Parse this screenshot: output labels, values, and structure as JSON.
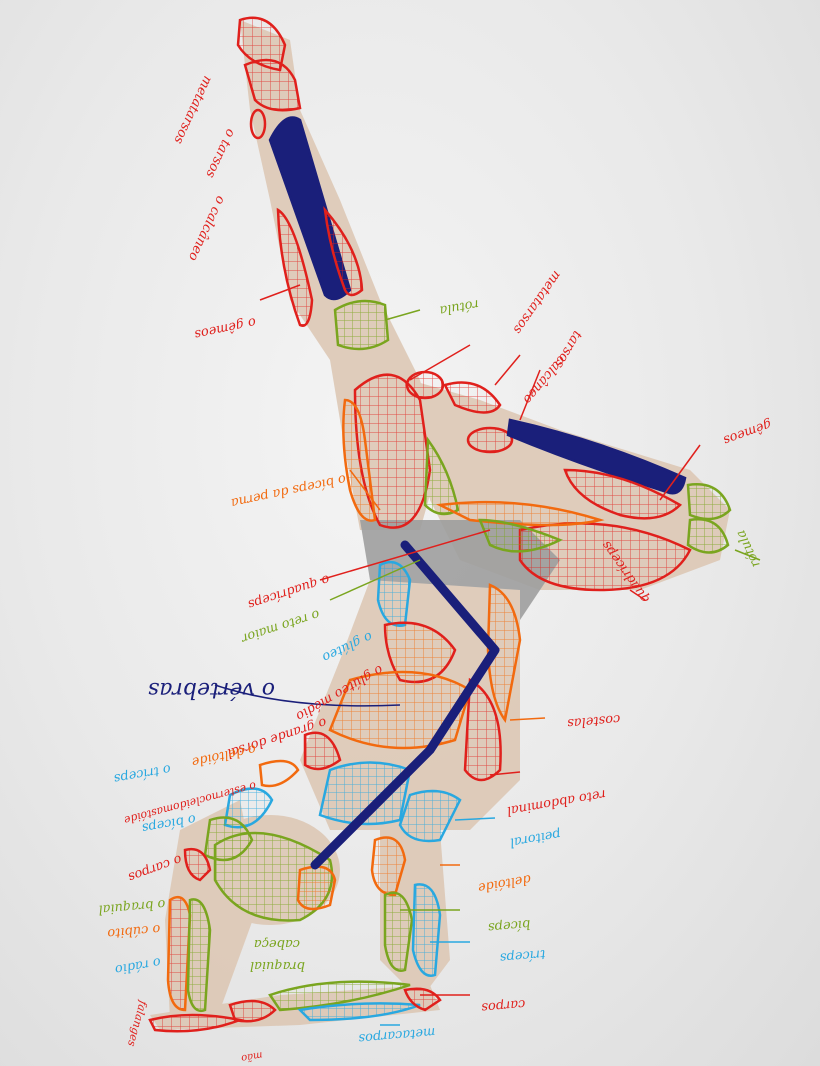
{
  "image": {
    "subject": "handstand-figure-photo",
    "colors": {
      "background": "#e6e6e6",
      "skin": "#d9c2ad",
      "shorts": "#8f8f8f",
      "red": "#e0201c",
      "orange": "#f26a0f",
      "green": "#7aa51f",
      "blue": "#29a8e0",
      "navy": "#1a1f7a"
    }
  },
  "labels": [
    {
      "id": "l1",
      "text": "metatarsos",
      "color": "#e0201c"
    },
    {
      "id": "l2",
      "text": "o tarsos",
      "color": "#e0201c"
    },
    {
      "id": "l3",
      "text": "o calcâneo",
      "color": "#e0201c"
    },
    {
      "id": "l4",
      "text": "o gêmeos",
      "color": "#e0201c"
    },
    {
      "id": "l5",
      "text": "rótula",
      "color": "#7aa51f"
    },
    {
      "id": "l6",
      "text": "metatarsos",
      "color": "#e0201c"
    },
    {
      "id": "l7",
      "text": "tarsos",
      "color": "#e0201c"
    },
    {
      "id": "l8",
      "text": "calcâneo",
      "color": "#e0201c"
    },
    {
      "id": "l9",
      "text": "gêmeos",
      "color": "#e0201c"
    },
    {
      "id": "l10",
      "text": "o bíceps da perna",
      "color": "#f26a0f"
    },
    {
      "id": "l11",
      "text": "o quadríceps",
      "color": "#e0201c"
    },
    {
      "id": "l12",
      "text": "o reto maior",
      "color": "#7aa51f"
    },
    {
      "id": "l13",
      "text": "o glúteo",
      "color": "#29a8e0"
    },
    {
      "id": "l14",
      "text": "o glúteo médio",
      "color": "#e0201c"
    },
    {
      "id": "l15",
      "text": "rótula",
      "color": "#7aa51f"
    },
    {
      "id": "l16",
      "text": "quadríceps",
      "color": "#e0201c"
    },
    {
      "id": "l17",
      "text": "o vértebras",
      "color": "#1a1f7a"
    },
    {
      "id": "l18",
      "text": "o grande dorsal",
      "color": "#e0201c"
    },
    {
      "id": "l19",
      "text": "o deltóide",
      "color": "#f26a0f"
    },
    {
      "id": "l20",
      "text": "o esternocleidomastóide",
      "color": "#e0201c"
    },
    {
      "id": "l21",
      "text": "o tríceps",
      "color": "#29a8e0"
    },
    {
      "id": "l22",
      "text": "o bíceps",
      "color": "#29a8e0"
    },
    {
      "id": "l23",
      "text": "o carpos",
      "color": "#e0201c"
    },
    {
      "id": "l24",
      "text": "o braquial",
      "color": "#7aa51f"
    },
    {
      "id": "l25",
      "text": "o cúbito",
      "color": "#f26a0f"
    },
    {
      "id": "l26",
      "text": "o rádio",
      "color": "#29a8e0"
    },
    {
      "id": "l27",
      "text": "falanges",
      "color": "#e0201c"
    },
    {
      "id": "l28",
      "text": "costelas",
      "color": "#e0201c"
    },
    {
      "id": "l29",
      "text": "reto abdominal",
      "color": "#e0201c"
    },
    {
      "id": "l30",
      "text": "peitoral",
      "color": "#29a8e0"
    },
    {
      "id": "l31",
      "text": "deltóide",
      "color": "#f26a0f"
    },
    {
      "id": "l32",
      "text": "bíceps",
      "color": "#7aa51f"
    },
    {
      "id": "l33",
      "text": "cabeça",
      "color": "#7aa51f"
    },
    {
      "id": "l34",
      "text": "braquial",
      "color": "#7aa51f"
    },
    {
      "id": "l35",
      "text": "tríceps",
      "color": "#29a8e0"
    },
    {
      "id": "l36",
      "text": "carpos",
      "color": "#e0201c"
    },
    {
      "id": "l37",
      "text": "metacarpos",
      "color": "#29a8e0"
    },
    {
      "id": "l38",
      "text": "mão",
      "color": "#e0201c"
    }
  ]
}
